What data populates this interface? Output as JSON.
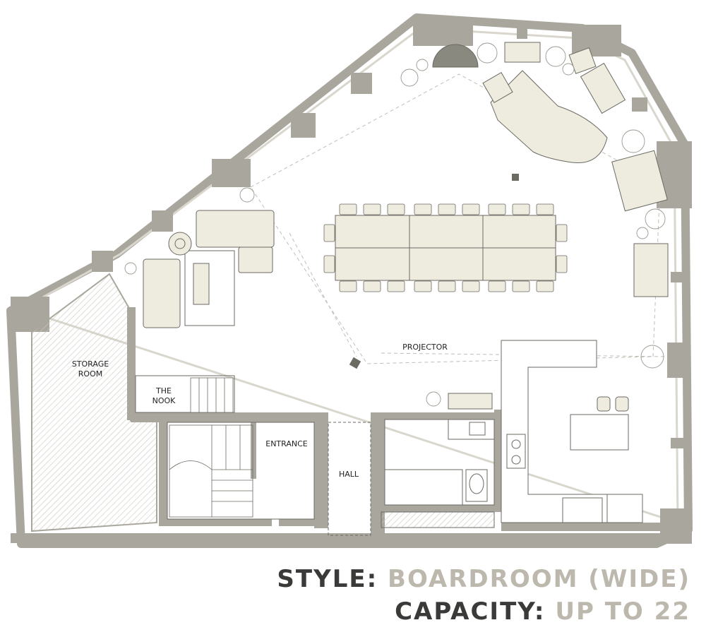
{
  "rooms": {
    "storage": [
      "STORAGE",
      "ROOM"
    ],
    "nook": [
      "THE",
      "NOOK"
    ],
    "entrance": "ENTRANCE",
    "hall": "HALL",
    "projector": "PROJECTOR"
  },
  "caption": {
    "style_key": "STYLE:",
    "style_value": "BOARDROOM (WIDE)",
    "capacity_key": "CAPACITY:",
    "capacity_value": "UP TO 22"
  },
  "colors": {
    "wall": "#a9a79d",
    "furniture": "#eeebdf",
    "outline": "#6b6a63",
    "caption_key": "#3a3a38",
    "caption_value": "#bdb8ad"
  }
}
